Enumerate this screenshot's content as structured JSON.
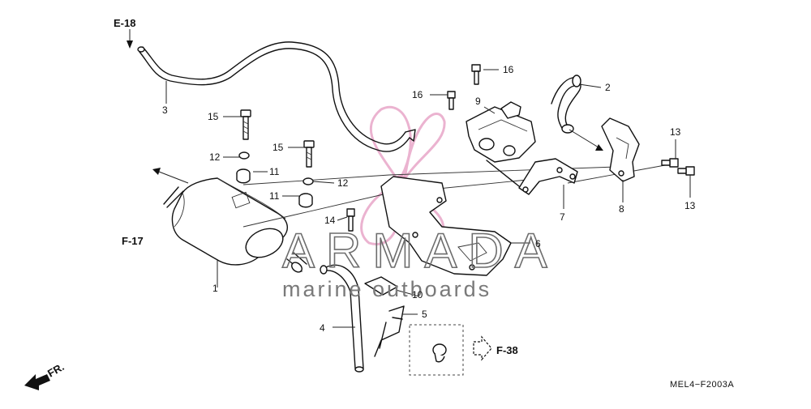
{
  "diagram": {
    "callouts": {
      "c1": "1",
      "c2": "2",
      "c3": "3",
      "c4": "4",
      "c5": "5",
      "c6": "6",
      "c7": "7",
      "c8": "8",
      "c9": "9",
      "c10": "10",
      "c11a": "11",
      "c11b": "11",
      "c12a": "12",
      "c12b": "12",
      "c13a": "13",
      "c13b": "13",
      "c14": "14",
      "c15a": "15",
      "c15b": "15",
      "c16a": "16",
      "c16b": "16"
    },
    "references": {
      "e18": "E-18",
      "f17": "F-17",
      "f38": "F-38",
      "fr": "FR."
    },
    "diagram_code": "MEL4−F2003A"
  },
  "watermark": {
    "brand": "ARMADA",
    "tagline": "marine outboards",
    "accent_color": "#e8a6c8"
  }
}
